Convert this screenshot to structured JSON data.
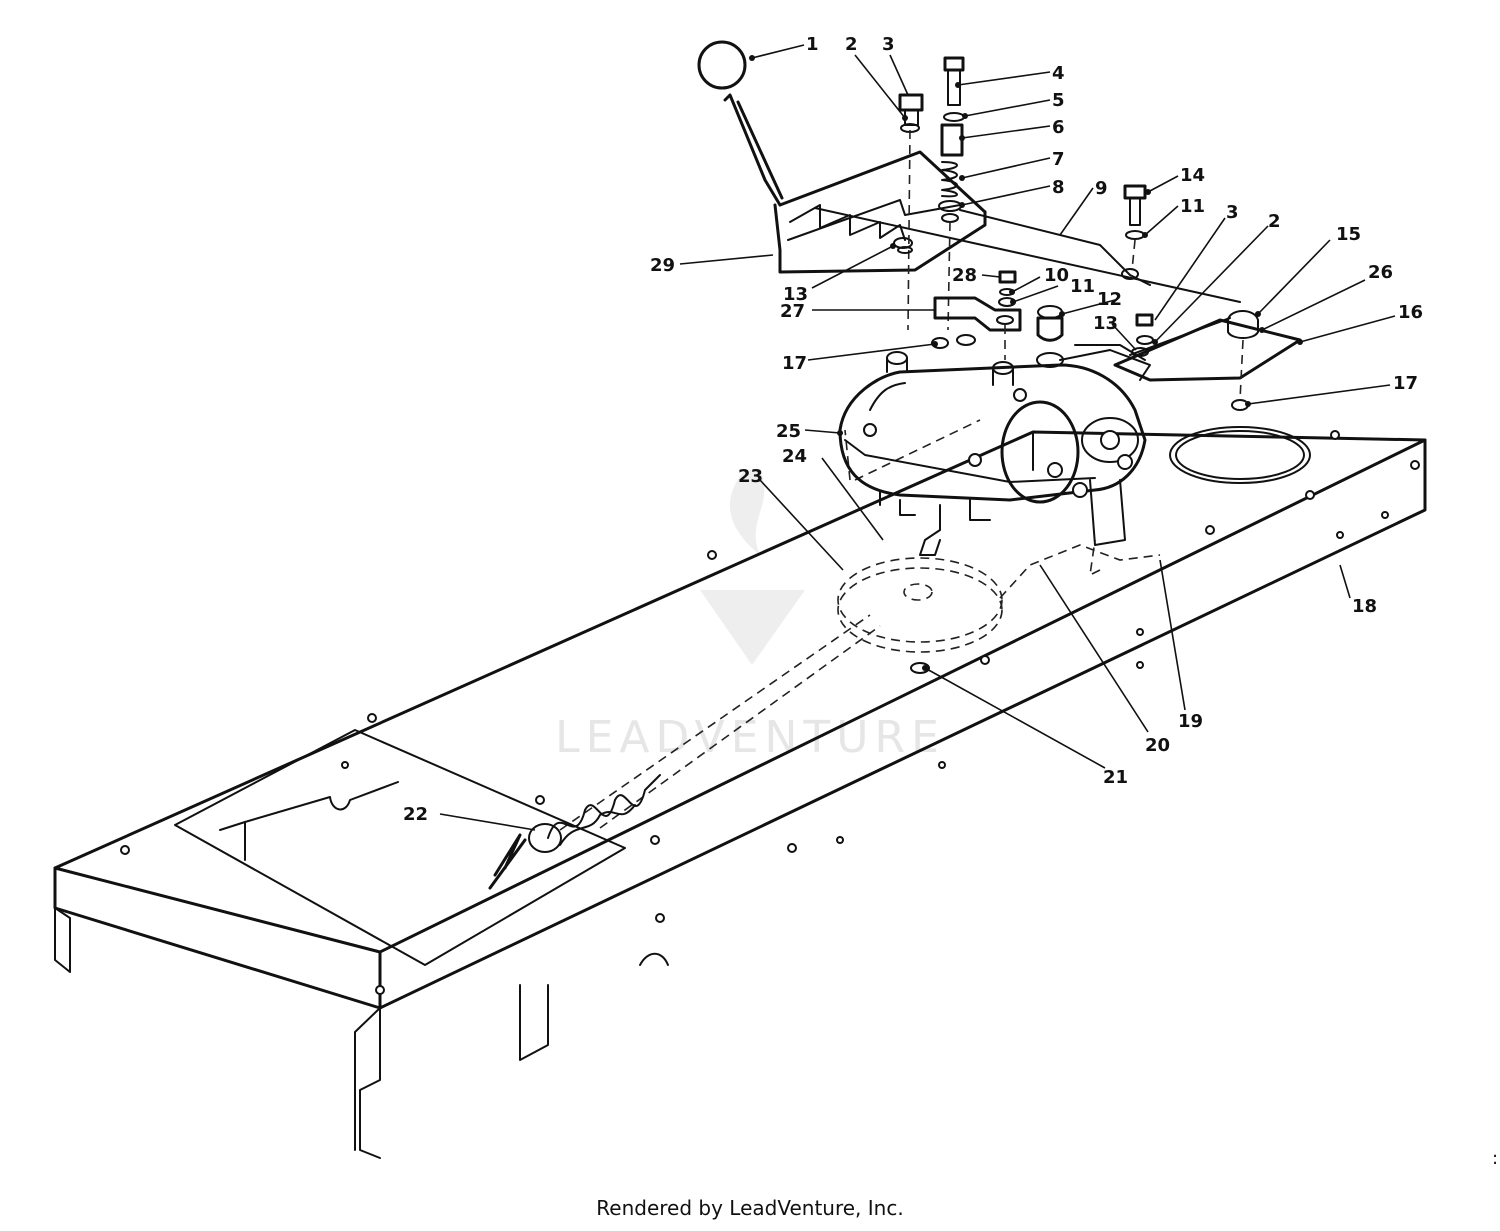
{
  "watermark": {
    "brand_text": "LEADVENTURE"
  },
  "footer": {
    "rendered_by": "Rendered by LeadVenture, Inc."
  },
  "corner_mark": ":",
  "callouts": [
    {
      "label": "1"
    },
    {
      "label": "2"
    },
    {
      "label": "3"
    },
    {
      "label": "4"
    },
    {
      "label": "5"
    },
    {
      "label": "6"
    },
    {
      "label": "7"
    },
    {
      "label": "8"
    },
    {
      "label": "9"
    },
    {
      "label": "14"
    },
    {
      "label": "11"
    },
    {
      "label": "3"
    },
    {
      "label": "2"
    },
    {
      "label": "15"
    },
    {
      "label": "26"
    },
    {
      "label": "16"
    },
    {
      "label": "29"
    },
    {
      "label": "13"
    },
    {
      "label": "27"
    },
    {
      "label": "28"
    },
    {
      "label": "10"
    },
    {
      "label": "11"
    },
    {
      "label": "12"
    },
    {
      "label": "13"
    },
    {
      "label": "17"
    },
    {
      "label": "17"
    },
    {
      "label": "25"
    },
    {
      "label": "24"
    },
    {
      "label": "23"
    },
    {
      "label": "18"
    },
    {
      "label": "19"
    },
    {
      "label": "20"
    },
    {
      "label": "21"
    },
    {
      "label": "22"
    }
  ]
}
